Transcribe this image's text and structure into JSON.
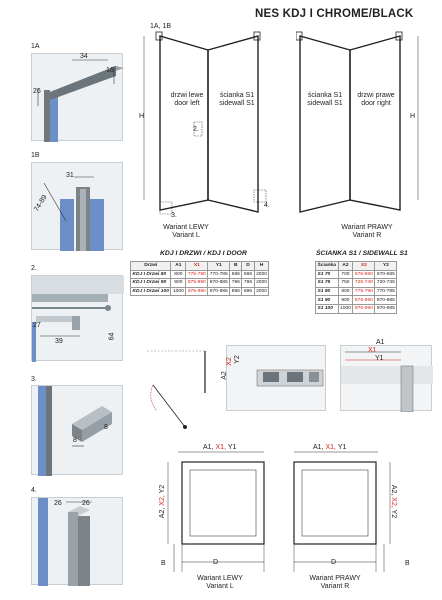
{
  "title": "NES KDJ I CHROME/BLACK",
  "labels": {
    "top_marker": "1A, 1B",
    "d1a": "1A",
    "d1b": "1B",
    "d2": "2.",
    "d3": "3.",
    "d4": "4."
  },
  "detail_1a": {
    "width": "34",
    "height": "16",
    "side": "26"
  },
  "detail_1b": {
    "width": "31",
    "diag": "74-89"
  },
  "detail_2": {
    "h1": "27",
    "w": "39",
    "h2": "64"
  },
  "detail_3": {
    "a": "8",
    "b": "8"
  },
  "detail_4": {
    "a": "26",
    "b": "26"
  },
  "front_left": {
    "door_pl": "drzwi lewe",
    "door_en": "door left",
    "wall_pl": "ścianka S1",
    "wall_en": "sidewall S1",
    "h": "H",
    "m2": "2.",
    "m3": "3.",
    "m4": "4.",
    "variant_pl": "Wariant LEWY",
    "variant_en": "Variant L"
  },
  "front_right": {
    "wall_pl": "ścianka S1",
    "wall_en": "sidewall S1",
    "door_pl": "drzwi prawe",
    "door_en": "door right",
    "h": "H",
    "variant_pl": "Wariant PRAWY",
    "variant_en": "Variant R"
  },
  "door_table": {
    "heading": "KDJ I DRZWI / KDJ I DOOR",
    "headers": [
      "Drzwi",
      "A1",
      "X1",
      "Y1",
      "B",
      "D",
      "H"
    ],
    "rows": [
      [
        "KDJ I Drzwi 80",
        "800",
        "775-790",
        "770-785",
        "696",
        "696",
        "2000"
      ],
      [
        "KDJ I Drzwi 90",
        "900",
        "875-890",
        "870-885",
        "796",
        "796",
        "2000"
      ],
      [
        "KDJ I Drzwi 100",
        "1000",
        "975-990",
        "970-985",
        "896",
        "896",
        "2000"
      ]
    ]
  },
  "wall_table": {
    "heading": "ŚCIANKA S1 / SIDEWALL S1",
    "headers": [
      "Ścianka",
      "A2",
      "X2",
      "Y2"
    ],
    "rows": [
      [
        "S1 70",
        "700",
        "675-690",
        "670-685"
      ],
      [
        "S1 75",
        "750",
        "725-740",
        "720-735"
      ],
      [
        "S1 80",
        "800",
        "775-790",
        "770-785"
      ],
      [
        "S1 90",
        "900",
        "875-890",
        "870-885"
      ],
      [
        "S1 100",
        "1000",
        "975-990",
        "970-985"
      ]
    ]
  },
  "mid_diagrams": {
    "a2": "A2",
    "x2": "X2",
    "y2": "Y2",
    "a1": "A1",
    "x1": "X1",
    "y1": "Y1"
  },
  "plan_left": {
    "top_a1": "A1,",
    "top_x1": "X1,",
    "top_y1": "Y1",
    "side_a2": "A2,",
    "side_x2": "X2,",
    "side_y2": "Y2",
    "b": "B",
    "d": "D",
    "variant_pl": "Wariant LEWY",
    "variant_en": "Variant L"
  },
  "plan_right": {
    "top_a1": "A1,",
    "top_x1": "X1,",
    "top_y1": "Y1",
    "side_a2": "A2,",
    "side_x2": "X2,",
    "side_y2": "Y2",
    "b": "B",
    "d": "D",
    "variant_pl": "Wariant PRAWY",
    "variant_en": "Variant R"
  }
}
